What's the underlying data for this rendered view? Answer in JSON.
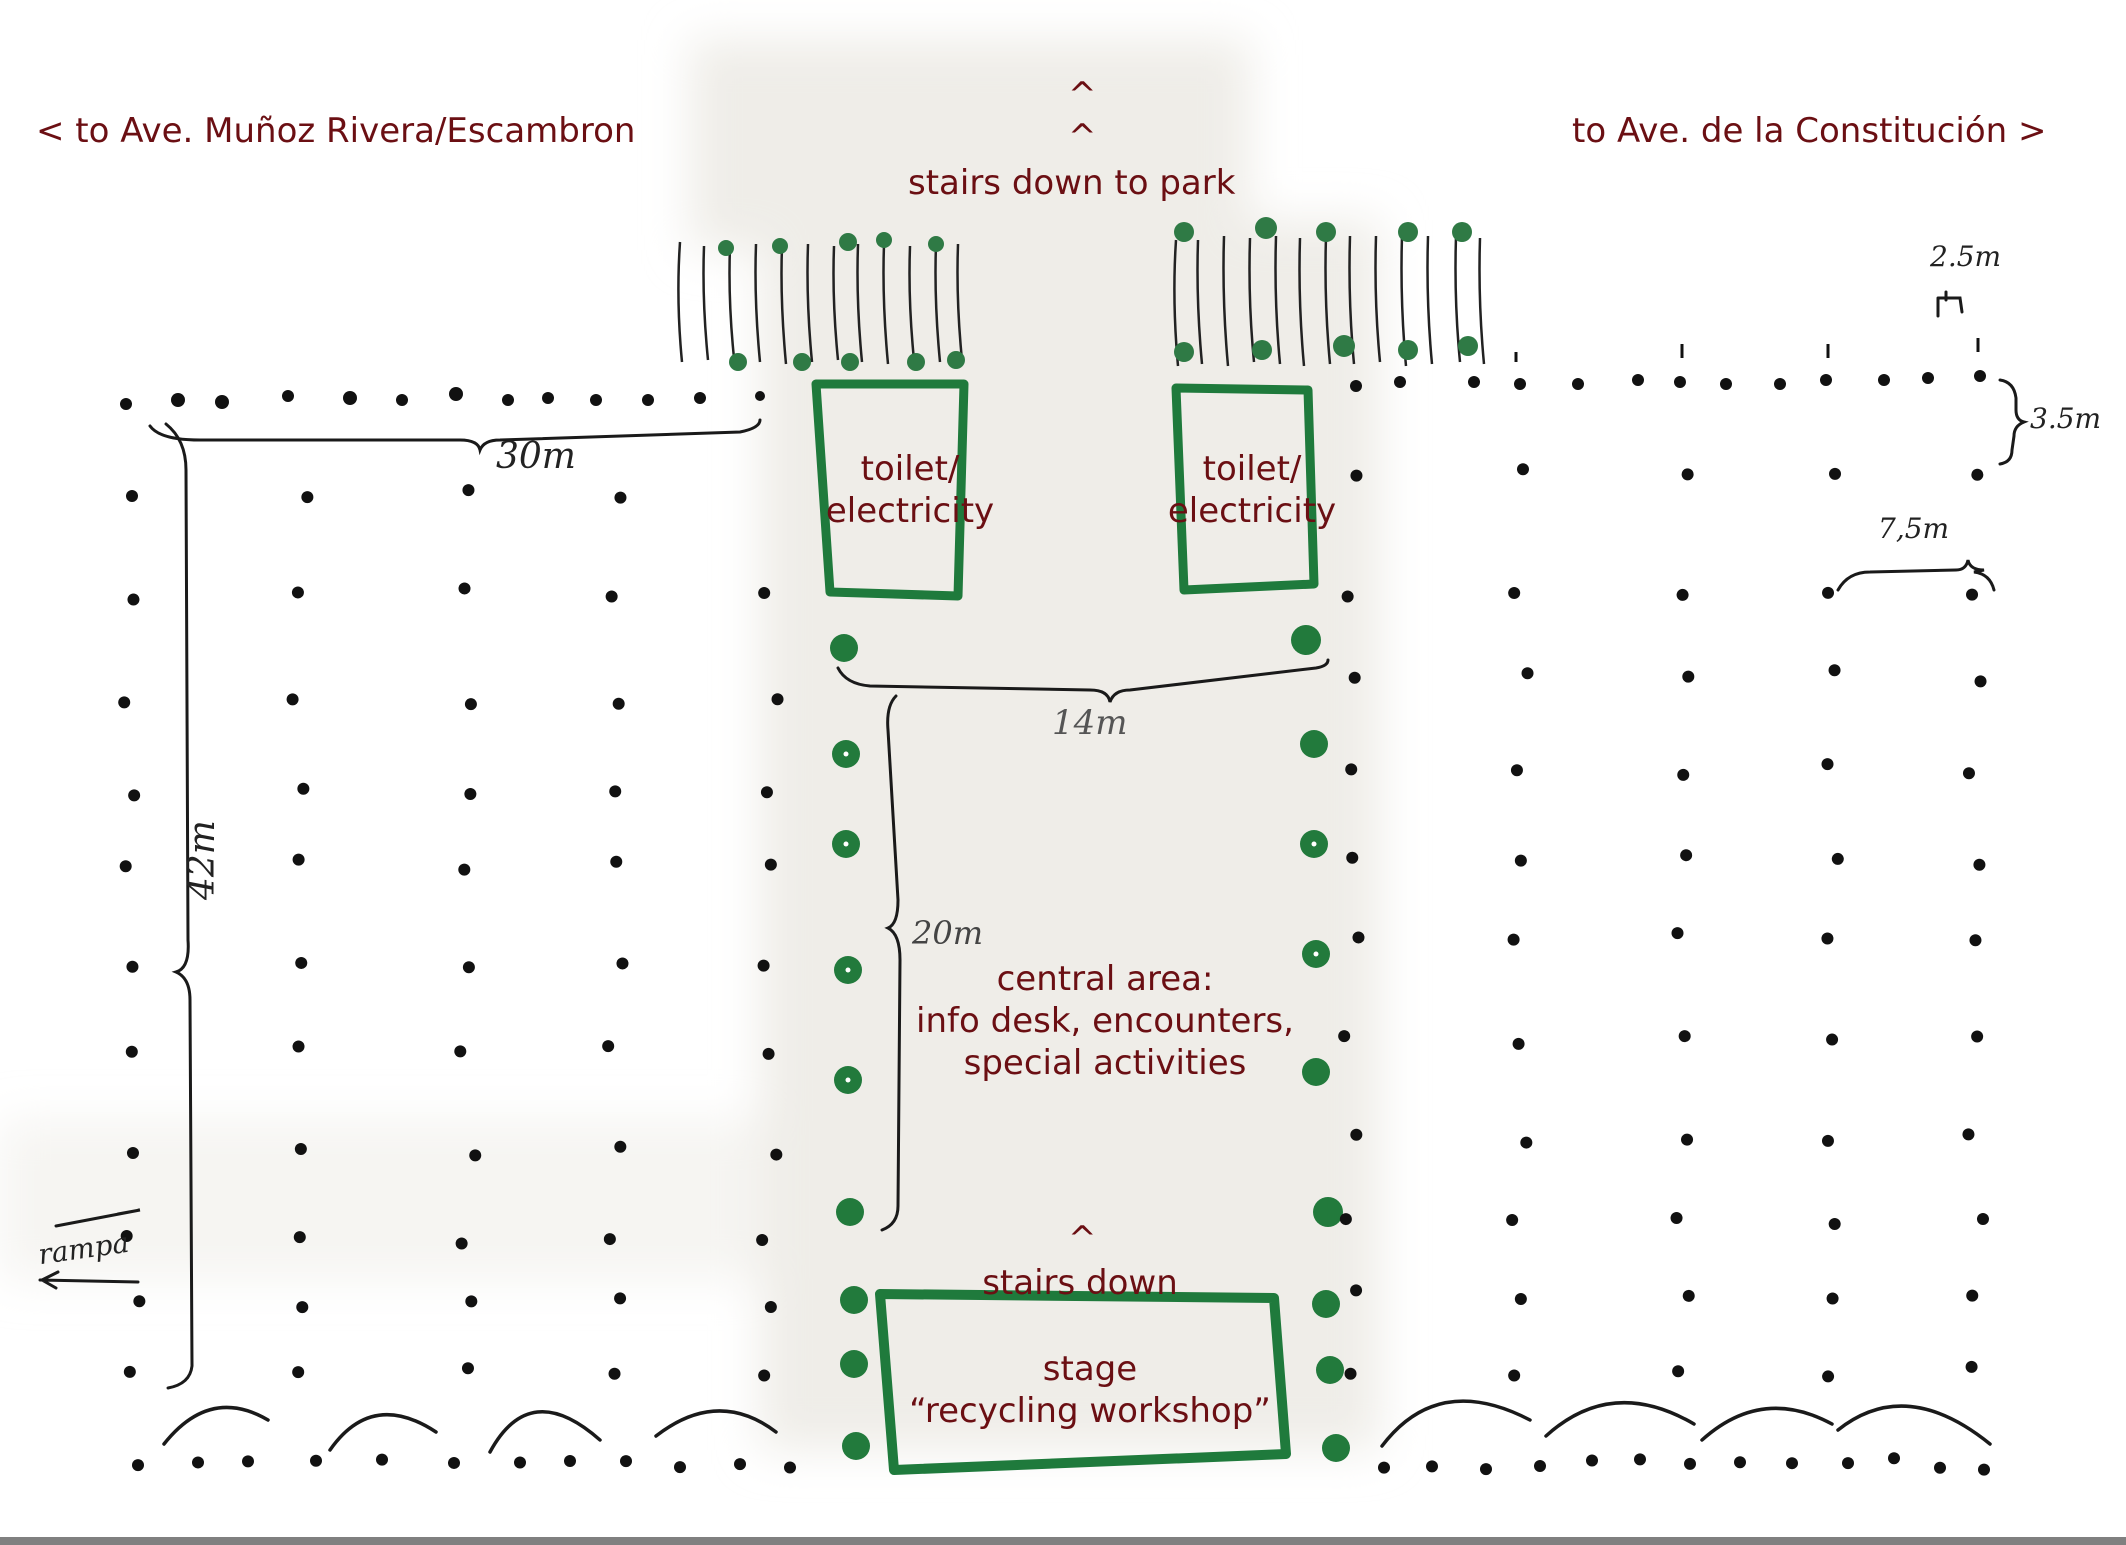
{
  "directions": {
    "left": "< to Ave. Muñoz Rivera/Escambron",
    "right": "to Ave. de la Constitución >",
    "top_arrow_1": "^",
    "top_arrow_2": "^",
    "top": "stairs down to park",
    "bottom_arrow": "^",
    "bottom": "stairs down"
  },
  "zones": {
    "toilet_left": {
      "line1": "toilet/",
      "line2": "electricity"
    },
    "toilet_right": {
      "line1": "toilet/",
      "line2": "electricity"
    },
    "central": {
      "line1": "central area:",
      "line2": "info desk, encounters,",
      "line3": "special activities"
    },
    "stage": {
      "line1": "stage",
      "line2": "“recycling workshop”"
    }
  },
  "measurements": {
    "block_width": "30m",
    "block_height": "42m",
    "central_width": "14m",
    "central_depth": "20m",
    "gap_top": "2.5m",
    "row_gap": "3.5m",
    "stall_width": "7,5m",
    "ramp": "rampa"
  },
  "colors": {
    "label_text": "#6b0f13",
    "green_marker": "#1f7a3c",
    "ink": "#1a1a1a",
    "shading": "#efede8"
  }
}
